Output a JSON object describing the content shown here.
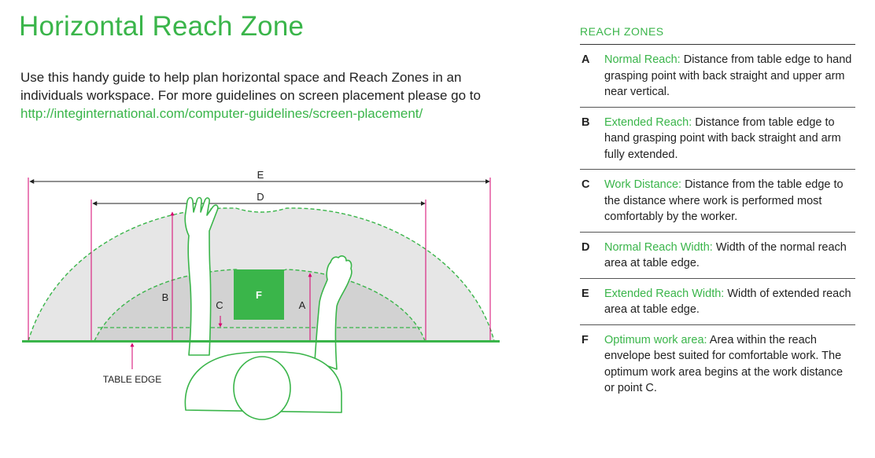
{
  "title": "Horizontal Reach Zone",
  "intro": {
    "text": "Use this handy guide to help plan horizontal space and Reach Zones in an individuals workspace. For more guidelines on screen placement please go to",
    "link": "http://integinternational.com/computer-guidelines/screen-placement/"
  },
  "diagram": {
    "labels": {
      "A": "A",
      "B": "B",
      "C": "C",
      "D": "D",
      "E": "E",
      "F": "F"
    },
    "table_edge": "TABLE EDGE"
  },
  "zones": {
    "heading": "REACH ZONES",
    "items": [
      {
        "letter": "A",
        "term": "Normal Reach:",
        "desc": "Distance from table edge to hand grasping point with back straight and upper arm near vertical."
      },
      {
        "letter": "B",
        "term": "Extended Reach:",
        "desc": "Distance from table edge to hand grasping point with back straight and arm fully extended."
      },
      {
        "letter": "C",
        "term": "Work Distance:",
        "desc": "Distance from the table edge to the distance where work is performed most comfortably by the worker."
      },
      {
        "letter": "D",
        "term": "Normal Reach Width:",
        "desc": "Width of the normal reach area at table edge."
      },
      {
        "letter": "E",
        "term": "Extended Reach Width:",
        "desc": "Width of extended reach area at table edge."
      },
      {
        "letter": "F",
        "term": "Optimum work area:",
        "desc": "Area within the reach envelope best suited for comfortable work. The optimum work area begins at the work distance or point C."
      }
    ]
  },
  "colors": {
    "accent_green": "#3ab54a",
    "marker_magenta": "#d6006f",
    "extended_zone": "#e6e6e6",
    "normal_zone": "#d2d2d2"
  }
}
